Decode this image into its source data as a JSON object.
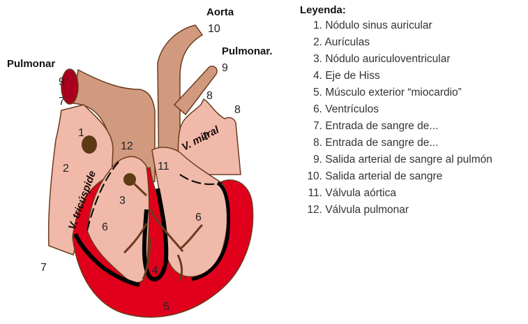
{
  "diagram": {
    "labels": {
      "aorta": "Aorta",
      "pulmonar_left": "Pulmonar",
      "pulmonar_right": "Pulmonar."
    },
    "numbers": {
      "n10": "10",
      "n9_right": "9",
      "n9_left": "9",
      "n7_top": "7",
      "n7_bottom": "7",
      "n8_a": "8",
      "n8_b": "8",
      "n1": "1",
      "n2_left": "2",
      "n2_right": "2",
      "n12": "12",
      "n11": "11",
      "n3": "3",
      "n6_left": "6",
      "n6_right": "6",
      "n4": "4",
      "n5": "5"
    },
    "valves": {
      "tricuspid": "V. tricúspide",
      "mitral": "V. mitral"
    },
    "colors": {
      "vessel": "#d19a7f",
      "chamber_light": "#f0b9aa",
      "muscle": "#e0001b",
      "outline": "#6b3b1e",
      "node": "#5c3a14",
      "dark_opening": "#a8001c"
    }
  },
  "legend": {
    "title": "Leyenda:",
    "items": [
      {
        "num": "1.",
        "text": "Nódulo sinus auricular"
      },
      {
        "num": "2.",
        "text": "Aurículas"
      },
      {
        "num": "3.",
        "text": "Nódulo auriculoventricular"
      },
      {
        "num": "4.",
        "text": "Eje de Hiss"
      },
      {
        "num": "5.",
        "text": "Músculo exterior “miocardio”"
      },
      {
        "num": "6.",
        "text": "Ventrículos"
      },
      {
        "num": "7.",
        "text": "Entrada de sangre de..."
      },
      {
        "num": "8.",
        "text": "Entrada de sangre de..."
      },
      {
        "num": "9.",
        "text": "Salida arterial de sangre al pulmón"
      },
      {
        "num": "10.",
        "text": "Salida arterial de sangre"
      },
      {
        "num": "11.",
        "text": "Válvula aórtica"
      },
      {
        "num": "12.",
        "text": "Válvula pulmonar"
      }
    ]
  }
}
